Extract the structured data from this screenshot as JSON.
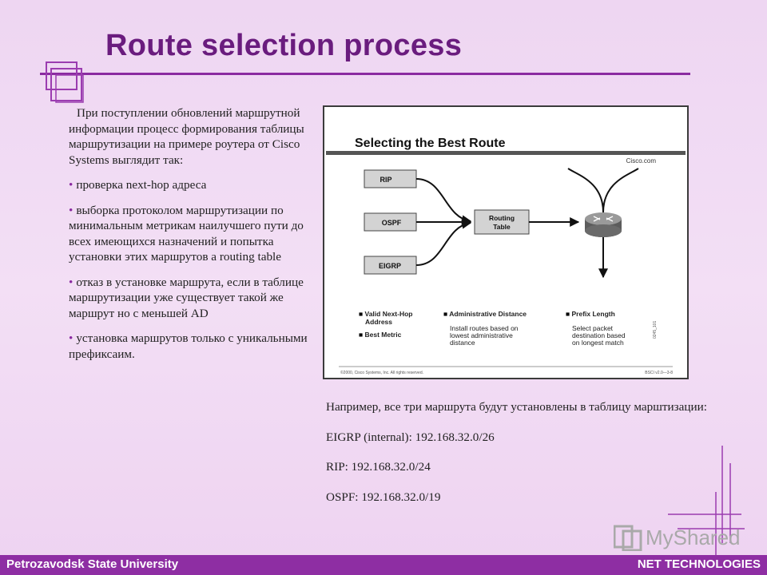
{
  "title": "Route selection process",
  "left_column": {
    "intro": "При поступлении обновлений маршрутной информации процесс формирования таблицы маршрутизации на примере роутера от Cisco Systems выглядит так:",
    "bullets": [
      "проверка next-hop адреса",
      "выборка протоколом маршрутизации по минимальным метрикам наилучшего пути до всех имеющихся назначений и попытка установки этих маршрутов а routing table",
      "отказ в установке маршрута, если в таблице маршрутизации уже существует такой же маршрут но с меньшей AD",
      "установка маршрутов только с уникальными префиксаим."
    ]
  },
  "figure": {
    "title": "Selecting the Best Route",
    "brand": "Cisco.com",
    "protocols": [
      "RIP",
      "OSPF",
      "EIGRP"
    ],
    "routing_table": [
      "Routing",
      "Table"
    ],
    "legend": {
      "col1": [
        "Valid Next-Hop",
        "Address",
        "Best Metric"
      ],
      "col2_header": "Administrative Distance",
      "col2_body": [
        "Install routes based on",
        "lowest administrative",
        "distance"
      ],
      "col3_header": "Prefix Length",
      "col3_body": [
        "Select packet",
        "destination based",
        "on longest match"
      ]
    },
    "copyright": "©2000, Cisco Systems, Inc. All rights reserved.",
    "code": "BSCI v2.0—3-8",
    "side_code": "0245_101"
  },
  "right_text": {
    "intro": "Например, все три маршрута будут установлены в таблицу марштизации:",
    "routes": [
      "EIGRP (internal): 192.168.32.0/26",
      "RIP: 192.168.32.0/24",
      "OSPF: 192.168.32.0/19"
    ]
  },
  "footer": {
    "left": "Petrozavodsk State University",
    "right": "NET TECHNOLOGIES"
  },
  "watermark": "MyShared",
  "colors": {
    "accent": "#8a2aa0",
    "title": "#6a1c7e",
    "background": "#f0d9f3"
  }
}
